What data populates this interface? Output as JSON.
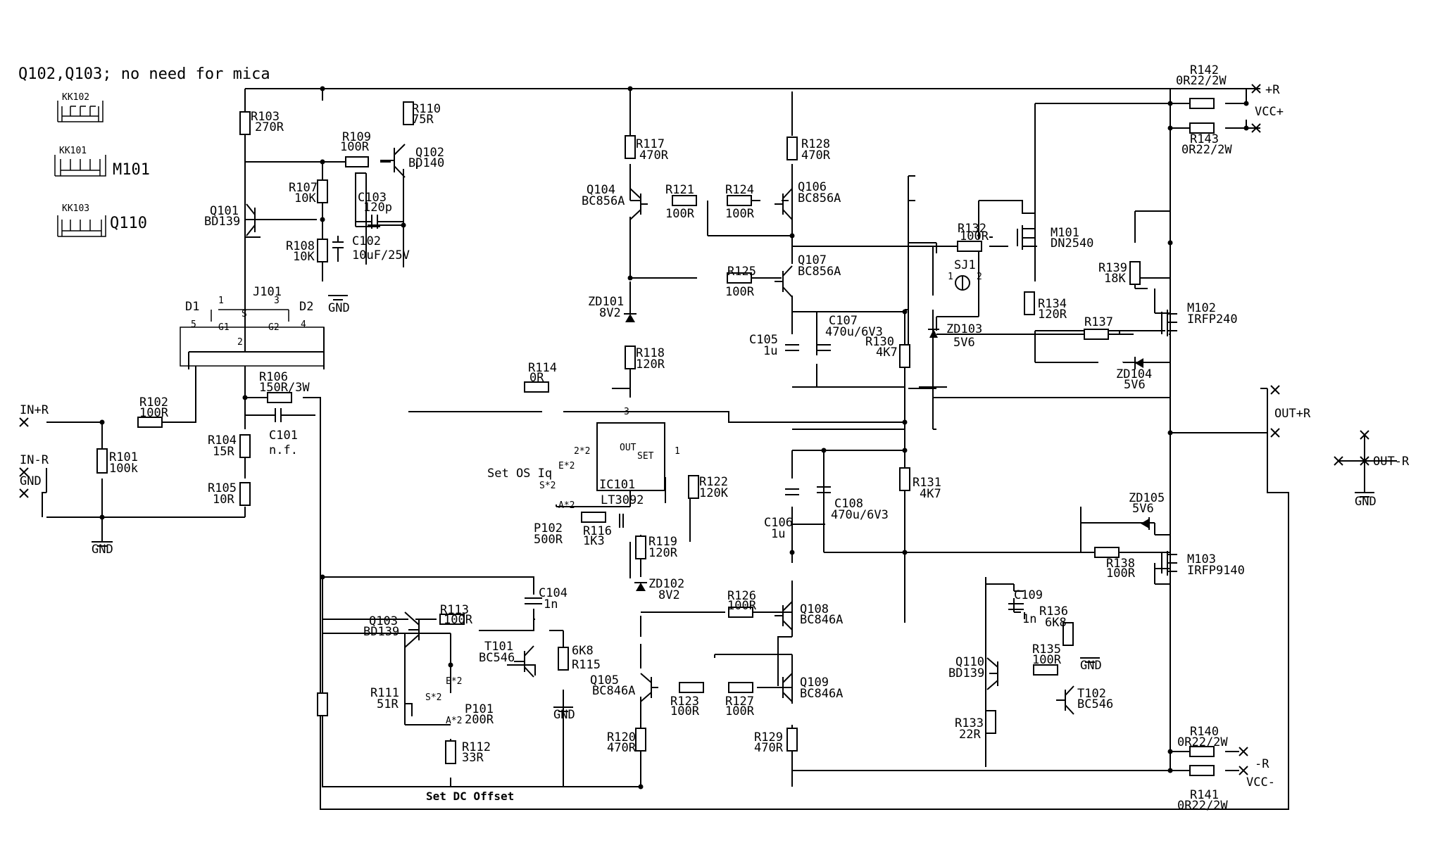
{
  "title_note": "Q102,Q103; no need for mica",
  "heatsinks": [
    {
      "ref": "KK102",
      "note": ""
    },
    {
      "ref": "KK101",
      "note": "M101"
    },
    {
      "ref": "KK103",
      "note": "Q110"
    }
  ],
  "ports": {
    "in_r": "IN+R",
    "in_gnd_r": "IN-R",
    "gnd": "GND",
    "vcc_plus": "VCC+",
    "plus_r": "+R",
    "vcc_minus": "VCC-",
    "minus_r": "-R",
    "out_r": "OUT+R",
    "out_minus": "OUT-R"
  },
  "notes": {
    "set_os": "Set OS Iq",
    "set_dc": "Set DC Offset"
  },
  "components": {
    "R101": {
      "ref": "R101",
      "value": "100k"
    },
    "R102": {
      "ref": "R102",
      "value": "100R"
    },
    "R103": {
      "ref": "R103",
      "value": "270R"
    },
    "R104": {
      "ref": "R104",
      "value": "15R"
    },
    "R105": {
      "ref": "R105",
      "value": "10R"
    },
    "R106": {
      "ref": "R106",
      "value": "150R/3W"
    },
    "R107": {
      "ref": "R107",
      "value": "10K"
    },
    "R108": {
      "ref": "R108",
      "value": "10K"
    },
    "R109": {
      "ref": "R109",
      "value": "100R"
    },
    "R110": {
      "ref": "R110",
      "value": "75R"
    },
    "R111": {
      "ref": "R111",
      "value": "51R"
    },
    "R112": {
      "ref": "R112",
      "value": "33R"
    },
    "R113": {
      "ref": "R113",
      "value": "100R"
    },
    "R114": {
      "ref": "R114",
      "value": "0R"
    },
    "R115": {
      "ref": "R115",
      "value": "6K8"
    },
    "R116": {
      "ref": "R116",
      "value": "1K3"
    },
    "R117": {
      "ref": "R117",
      "value": "470R"
    },
    "R118": {
      "ref": "R118",
      "value": "120R"
    },
    "R119": {
      "ref": "R119",
      "value": "120R"
    },
    "R120": {
      "ref": "R120",
      "value": "470R"
    },
    "R121": {
      "ref": "R121",
      "value": "100R"
    },
    "R122": {
      "ref": "R122",
      "value": "120K"
    },
    "R123": {
      "ref": "R123",
      "value": "100R"
    },
    "R124": {
      "ref": "R124",
      "value": "100R"
    },
    "R125": {
      "ref": "R125",
      "value": "100R"
    },
    "R126": {
      "ref": "R126",
      "value": "100R"
    },
    "R127": {
      "ref": "R127",
      "value": "100R"
    },
    "R128": {
      "ref": "R128",
      "value": "470R"
    },
    "R129": {
      "ref": "R129",
      "value": "470R"
    },
    "R130": {
      "ref": "R130",
      "value": "4K7"
    },
    "R131": {
      "ref": "R131",
      "value": "4K7"
    },
    "R132": {
      "ref": "R132",
      "value": "100R"
    },
    "R133": {
      "ref": "R133",
      "value": "22R"
    },
    "R134": {
      "ref": "R134",
      "value": "120R"
    },
    "R135": {
      "ref": "R135",
      "value": "100R"
    },
    "R136": {
      "ref": "R136",
      "value": "6K8"
    },
    "R137": {
      "ref": "R137",
      "value": ""
    },
    "R138": {
      "ref": "R138",
      "value": "100R"
    },
    "R139": {
      "ref": "R139",
      "value": "18K"
    },
    "R140": {
      "ref": "R140",
      "value": "0R22/2W"
    },
    "R141": {
      "ref": "R141",
      "value": "0R22/2W"
    },
    "R142": {
      "ref": "R142",
      "value": "0R22/2W"
    },
    "R143": {
      "ref": "R143",
      "value": "0R22/2W"
    },
    "C101": {
      "ref": "C101",
      "value": "n.f."
    },
    "C102": {
      "ref": "C102",
      "value": "10uF/25V"
    },
    "C103": {
      "ref": "C103",
      "value": "120p"
    },
    "C104": {
      "ref": "C104",
      "value": "1n"
    },
    "C105": {
      "ref": "C105",
      "value": "1u"
    },
    "C106": {
      "ref": "C106",
      "value": "1u"
    },
    "C107": {
      "ref": "C107",
      "value": "470u/6V3"
    },
    "C108": {
      "ref": "C108",
      "value": "470u/6V3"
    },
    "C109": {
      "ref": "C109",
      "value": "1n"
    },
    "Q101": {
      "ref": "Q101",
      "value": "BD139"
    },
    "Q102": {
      "ref": "Q102",
      "value": "BD140"
    },
    "Q103": {
      "ref": "Q103",
      "value": "BD139"
    },
    "Q104": {
      "ref": "Q104",
      "value": "BC856A"
    },
    "Q105": {
      "ref": "Q105",
      "value": "BC846A"
    },
    "Q106": {
      "ref": "Q106",
      "value": "BC856A"
    },
    "Q107": {
      "ref": "Q107",
      "value": "BC856A"
    },
    "Q108": {
      "ref": "Q108",
      "value": "BC846A"
    },
    "Q109": {
      "ref": "Q109",
      "value": "BC846A"
    },
    "Q110": {
      "ref": "Q110",
      "value": "BD139"
    },
    "T101": {
      "ref": "T101",
      "value": "BC546"
    },
    "T102": {
      "ref": "T102",
      "value": "BC546"
    },
    "M101": {
      "ref": "M101",
      "value": "DN2540"
    },
    "M102": {
      "ref": "M102",
      "value": "IRFP240"
    },
    "M103": {
      "ref": "M103",
      "value": "IRFP9140"
    },
    "ZD101": {
      "ref": "ZD101",
      "value": "8V2"
    },
    "ZD102": {
      "ref": "ZD102",
      "value": "8V2"
    },
    "ZD103": {
      "ref": "ZD103",
      "value": "5V6"
    },
    "ZD104": {
      "ref": "ZD104",
      "value": "5V6"
    },
    "ZD105": {
      "ref": "ZD105",
      "value": "5V6"
    },
    "IC101": {
      "ref": "IC101",
      "value": "LT3092",
      "out": "OUT",
      "set": "SET"
    },
    "P101": {
      "ref": "P101",
      "value": "200R"
    },
    "P102": {
      "ref": "P102",
      "value": "500R"
    },
    "J101": {
      "ref": "J101",
      "d1": "D1",
      "d2": "D2",
      "s": "S",
      "g1": "G1",
      "g2": "G2"
    },
    "SJ1": {
      "ref": "SJ1"
    }
  },
  "pins": {
    "p1": "1",
    "p2": "2",
    "p3": "3",
    "p4": "4",
    "p5": "5",
    "e2": "E*2",
    "s2": "S*2",
    "a2": "A*2",
    "p22": "2*2"
  }
}
